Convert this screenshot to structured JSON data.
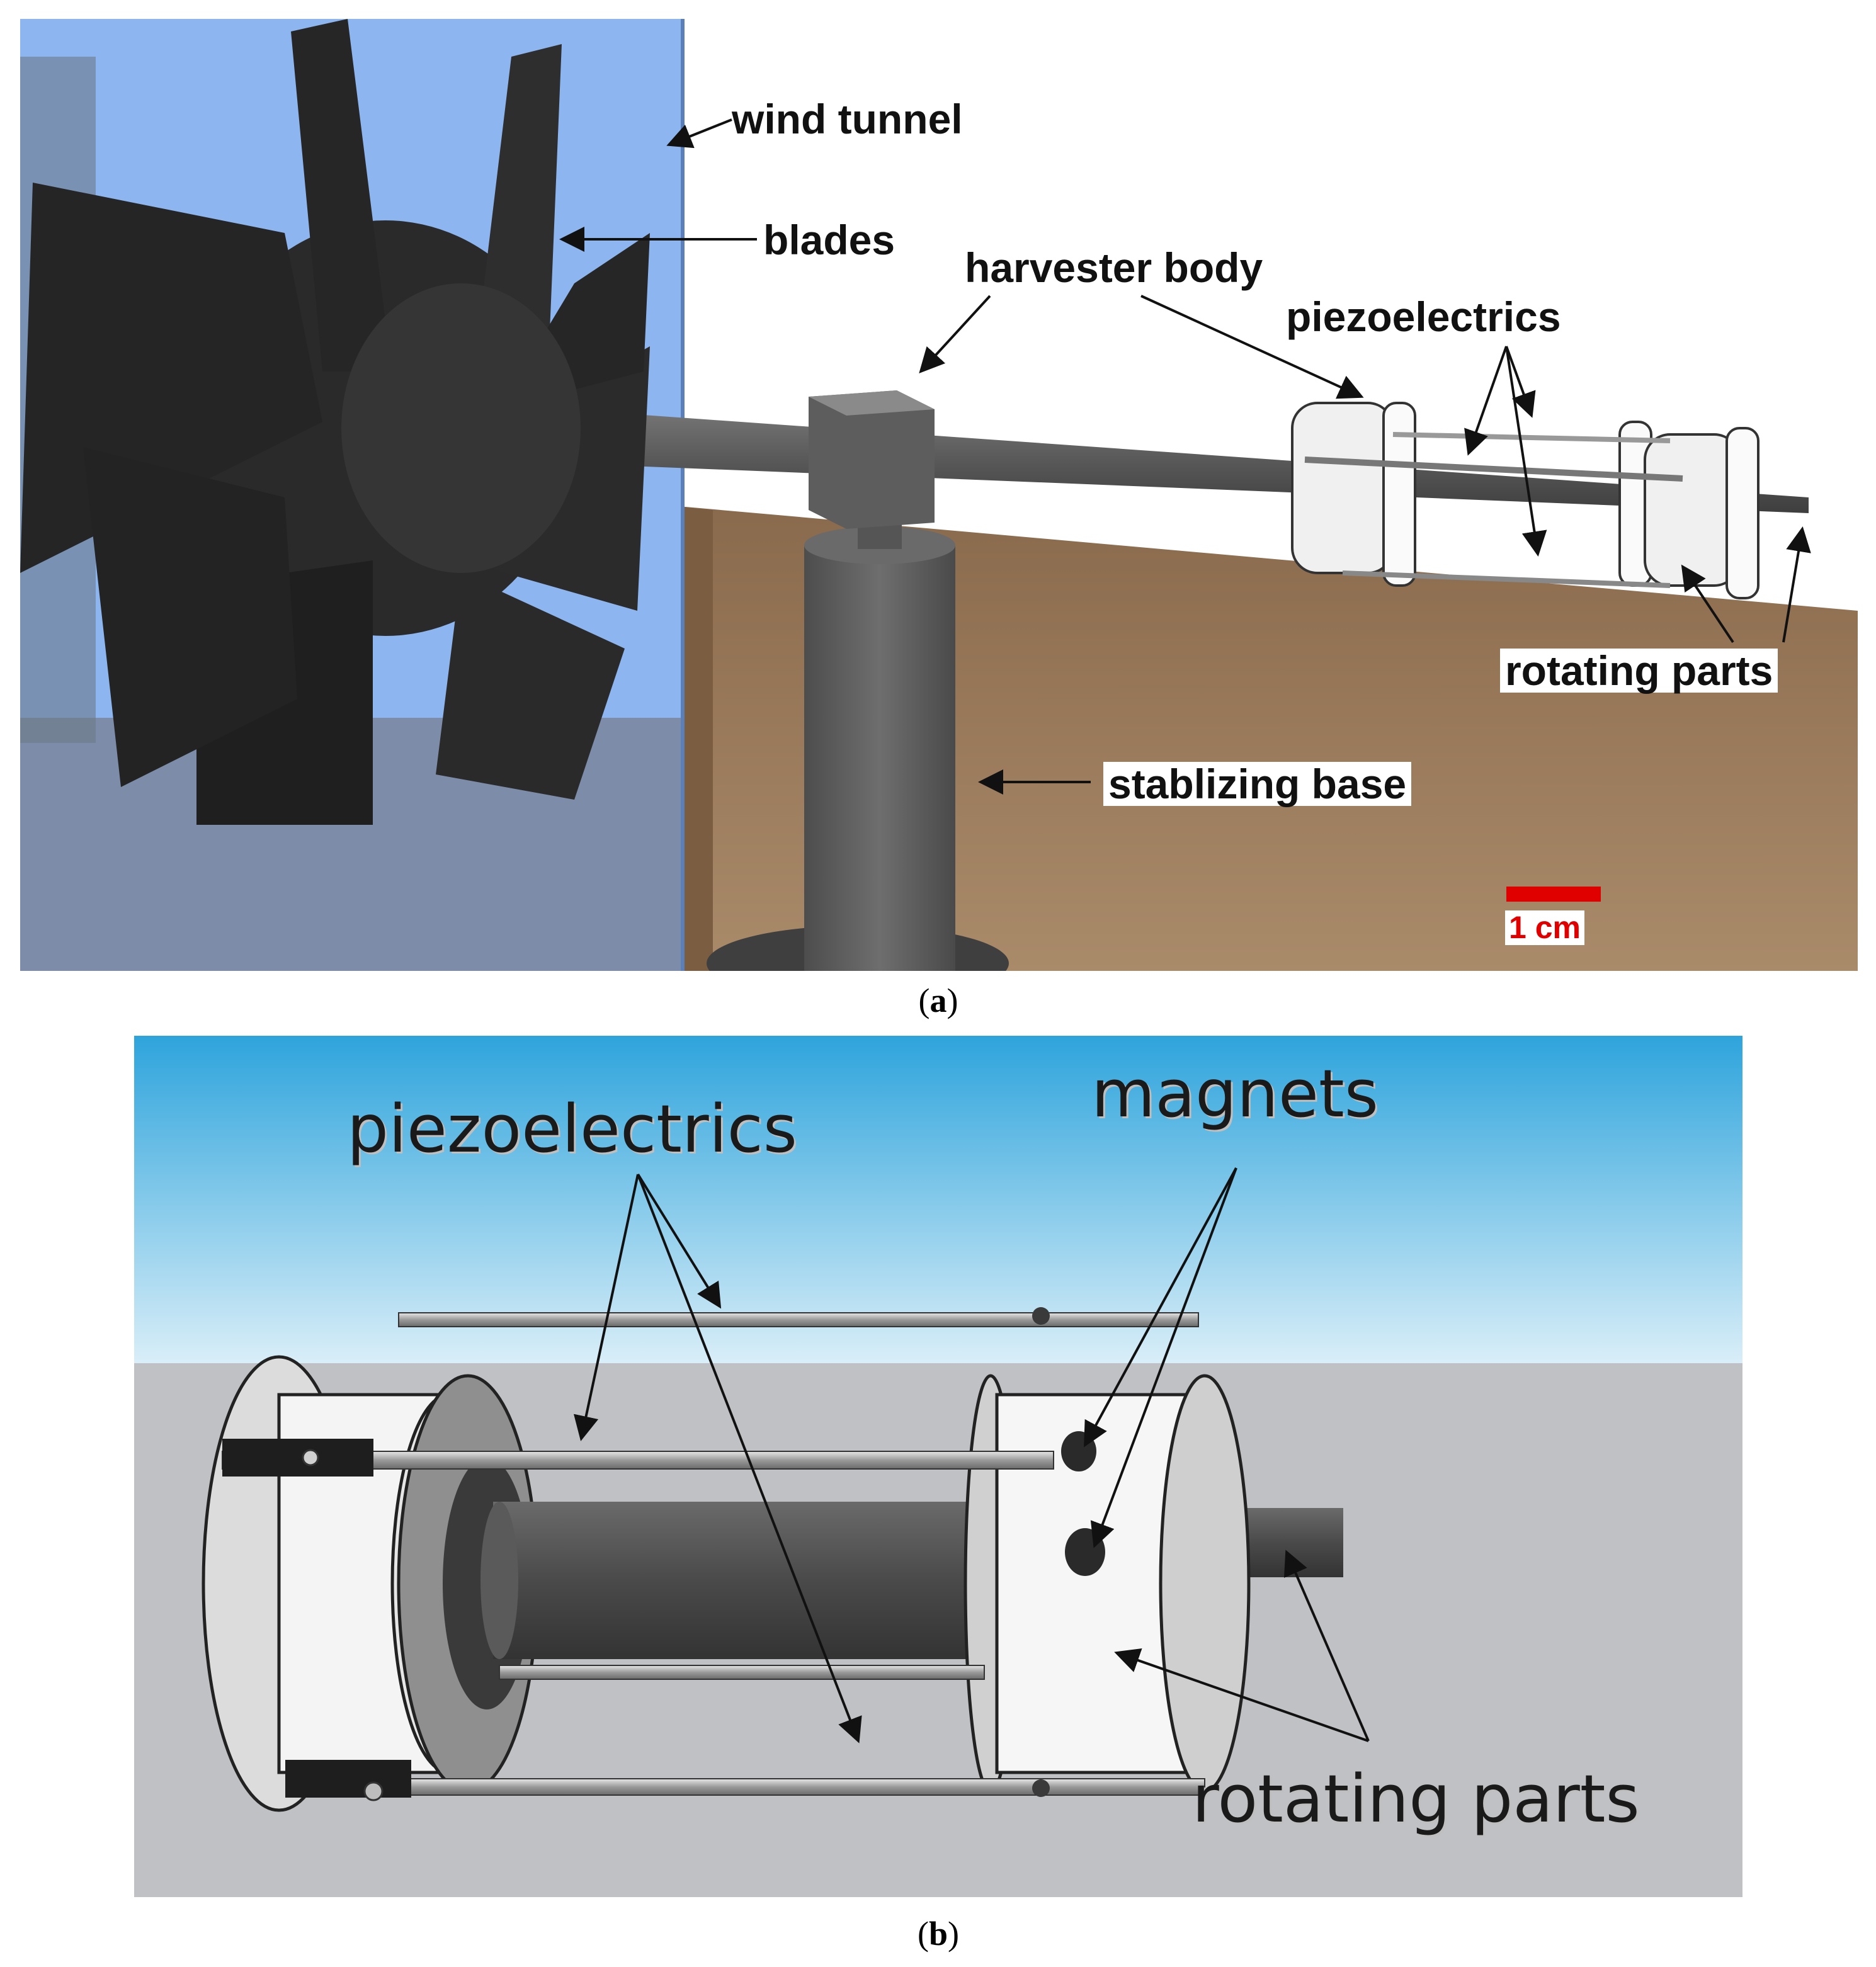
{
  "figure": {
    "caption_a": "a",
    "caption_b": "b"
  },
  "panel_a": {
    "labels": {
      "wind_tunnel": "wind tunnel",
      "blades": "blades",
      "harvester_body": "harvester body",
      "piezoelectrics": "piezoelectrics",
      "rotating_parts": "rotating parts",
      "stabilizing_base": "stablizing base"
    },
    "scale_bar": "1 cm",
    "colors": {
      "tunnel": "#8fb6ef",
      "floor": "#9a7a5a",
      "metal": "#5e5e5e",
      "blade": "#2a2a2a",
      "scale": "#e00000"
    }
  },
  "panel_b": {
    "labels": {
      "piezoelectrics": "piezoelectrics",
      "magnets": "magnets",
      "rotating_parts": "rotating parts"
    },
    "colors": {
      "sky_top": "#2ea4dc",
      "sky_bottom": "#d9eef8",
      "ground": "#c0c1c5",
      "disk": "#f2f2f2",
      "shaft": "#4d4d4d"
    }
  }
}
